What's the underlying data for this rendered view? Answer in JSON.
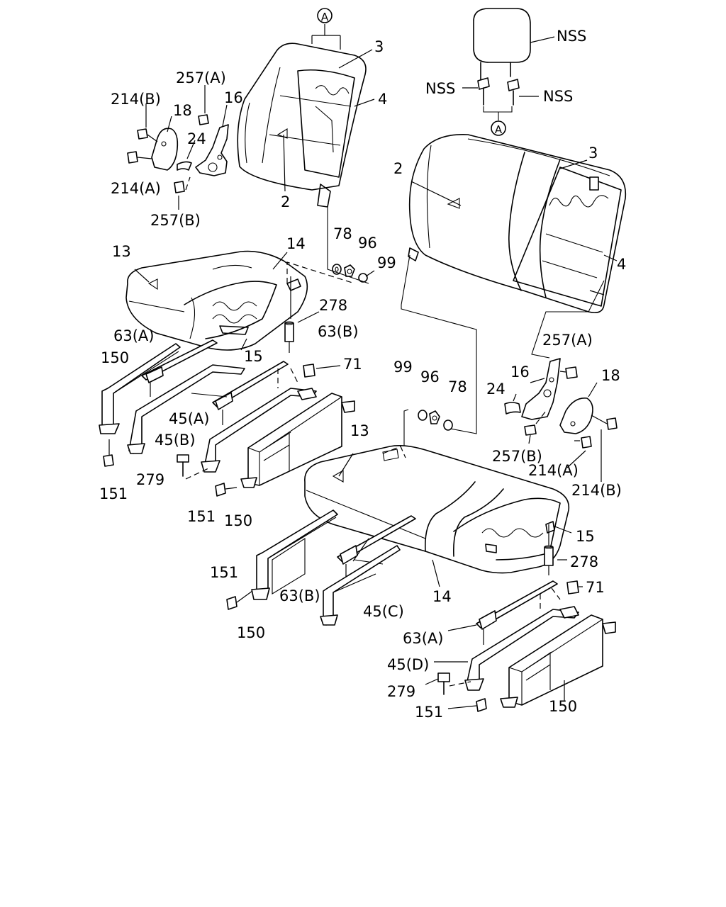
{
  "callout_marker": "A",
  "labels": {
    "l1": "NSS",
    "l2": "NSS",
    "l3": "NSS",
    "l4": "3",
    "l5": "4",
    "l6": "257(A)",
    "l7": "214(B)",
    "l8": "16",
    "l9": "18",
    "l10": "24",
    "l11": "214(A)",
    "l12": "257(B)",
    "l13": "2",
    "l14": "2",
    "l15": "3",
    "l16": "4",
    "l17": "78",
    "l18": "96",
    "l19": "99",
    "l20": "13",
    "l21": "14",
    "l22": "278",
    "l23": "63(A)",
    "l24": "63(B)",
    "l25": "150",
    "l26": "15",
    "l27": "71",
    "l28": "45(A)",
    "l29": "45(B)",
    "l30": "279",
    "l31": "151",
    "l32": "151",
    "l33": "150",
    "l34": "99",
    "l35": "96",
    "l36": "78",
    "l37": "257(A)",
    "l38": "16",
    "l39": "18",
    "l40": "24",
    "l41": "257(B)",
    "l42": "214(A)",
    "l43": "214(B)",
    "l44": "13",
    "l45": "15",
    "l46": "151",
    "l47": "63(B)",
    "l48": "45(C)",
    "l49": "14",
    "l50": "150",
    "l51": "278",
    "l52": "71",
    "l53": "63(A)",
    "l54": "45(D)",
    "l55": "279",
    "l56": "151",
    "l57": "150"
  }
}
